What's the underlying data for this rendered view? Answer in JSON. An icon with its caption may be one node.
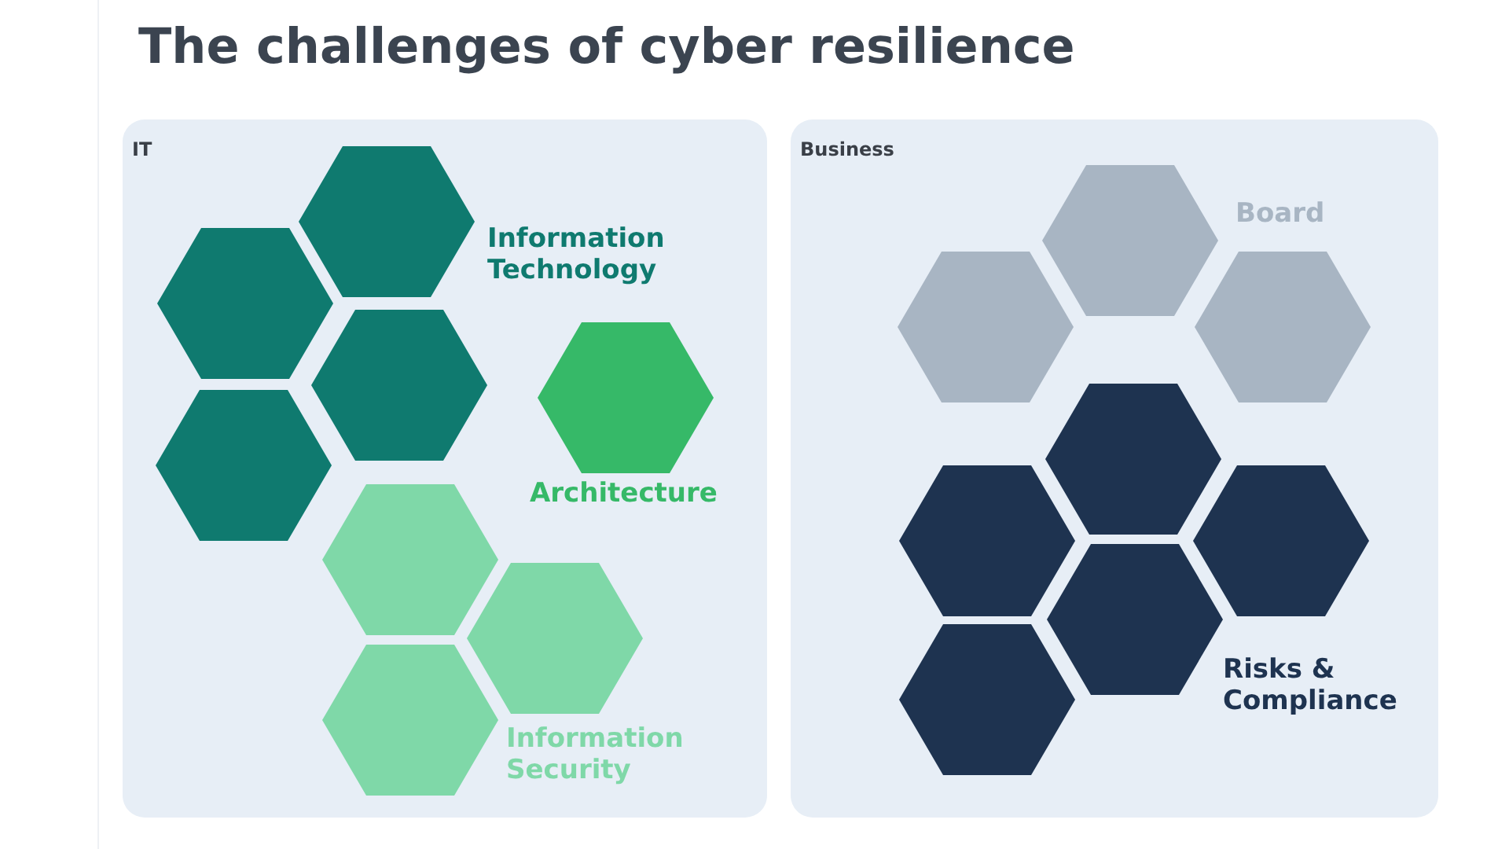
{
  "diagram": {
    "title": "The challenges of cyber resilience",
    "nodes": [
      {
        "text": [
          "IT"
        ]
      },
      {
        "text": [],
        "shape": "hexagon",
        "in": 0
      },
      {
        "text": [],
        "shape": "hexagon",
        "in": 0
      },
      {
        "text": [],
        "shape": "hexagon",
        "in": 0
      },
      {
        "text": [],
        "shape": "hexagon",
        "in": 0
      },
      {
        "text": [],
        "shape": "hexagon",
        "in": 0
      },
      {
        "text": [],
        "shape": "hexagon",
        "in": 0
      },
      {
        "text": [],
        "shape": "hexagon",
        "in": 0
      },
      {
        "text": [],
        "shape": "hexagon",
        "in": 0
      },
      {
        "text": [
          "Business"
        ]
      },
      {
        "text": [],
        "shape": "hexagon",
        "in": 9
      },
      {
        "text": [],
        "shape": "hexagon",
        "in": 9
      },
      {
        "text": [],
        "shape": "hexagon",
        "in": 9
      },
      {
        "text": [],
        "shape": "hexagon",
        "in": 9
      },
      {
        "text": [],
        "shape": "hexagon",
        "in": 9
      },
      {
        "text": [],
        "shape": "hexagon",
        "in": 9
      },
      {
        "text": [],
        "shape": "hexagon",
        "in": 9
      },
      {
        "text": [],
        "shape": "hexagon",
        "in": 9
      }
    ],
    "labels": [
      "Information Technology",
      "Architecture",
      "Information Security",
      "Board",
      "Risks & Compliance"
    ]
  }
}
